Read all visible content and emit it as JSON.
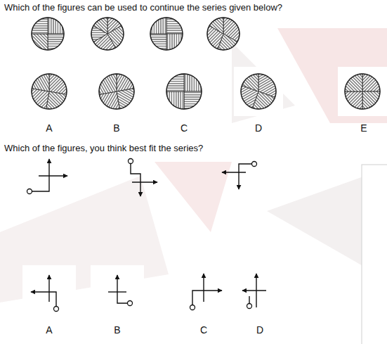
{
  "diagram": {
    "labels": [
      "Which of the figures can be used to continue the series given below?",
      "A",
      "B",
      "C",
      "D",
      "E",
      "Which of the figures, you think best fit the series?",
      "A",
      "B",
      "C",
      "D"
    ]
  }
}
